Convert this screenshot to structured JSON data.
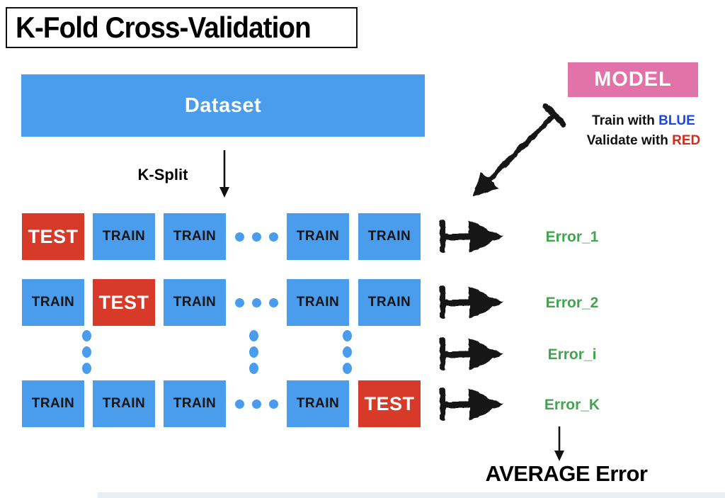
{
  "title": "K-Fold Cross-Validation",
  "dataset": {
    "label": "Dataset"
  },
  "k_split": {
    "label": "K-Split"
  },
  "model": {
    "label": "MODEL",
    "train_prefix": "Train with ",
    "train_highlight": "BLUE",
    "validate_prefix": "Validate with ",
    "validate_highlight": "RED"
  },
  "grid": {
    "rows": [
      {
        "cells": [
          "TEST",
          "TRAIN",
          "TRAIN",
          "TRAIN",
          "TRAIN"
        ],
        "error": "Error_1"
      },
      {
        "cells": [
          "TRAIN",
          "TEST",
          "TRAIN",
          "TRAIN",
          "TRAIN"
        ],
        "error": "Error_2"
      },
      {
        "ellipsis": true,
        "error": "Error_i"
      },
      {
        "cells": [
          "TRAIN",
          "TRAIN",
          "TRAIN",
          "TRAIN",
          "TEST"
        ],
        "error": "Error_K"
      }
    ]
  },
  "average": {
    "label": "AVERAGE Error"
  },
  "colors": {
    "train_blue": "#4a9cec",
    "test_red": "#d83a2a",
    "model_pink": "#e273a8",
    "error_green": "#43a351",
    "blue_text": "#1d47e5",
    "red_text": "#d42a1c",
    "ink": "#151515"
  }
}
